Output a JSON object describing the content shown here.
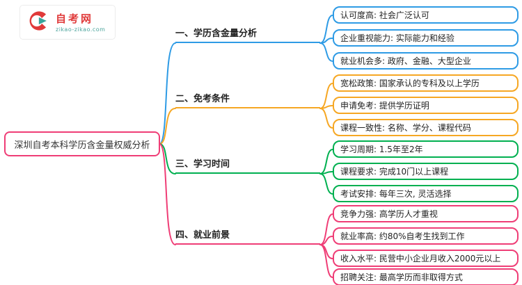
{
  "logo": {
    "name": "自考网",
    "domain_text": "zikao-zikao.com",
    "accent_red": "#e03a3a",
    "accent_teal": "#4aa39b"
  },
  "root": {
    "label": "深圳自考本科学历含金量权威分析",
    "color": "#ef3d76"
  },
  "branches": [
    {
      "label": "一、学历含金量分析",
      "color": "#2e9be5",
      "children": [
        "认可度高: 社会广泛认可",
        "企业重视能力: 实际能力和经验",
        "就业机会多: 政府、金融、大型企业"
      ]
    },
    {
      "label": "二、免考条件",
      "color": "#f6a723",
      "children": [
        "宽松政策: 国家承认的专科及以上学历",
        "申请免考: 提供学历证明",
        "课程一致性: 名称、学分、课程代码"
      ]
    },
    {
      "label": "三、学习时间",
      "color": "#00b050",
      "children": [
        "学习周期: 1.5年至2年",
        "课程要求: 完成10门以上课程",
        "考试安排: 每年三次, 灵活选择"
      ]
    },
    {
      "label": "四、就业前景",
      "color": "#ef3d76",
      "children": [
        "竞争力强: 高学历人才重视",
        "就业率高: 约80%自考生找到工作",
        "收入水平: 民营中小企业月收入2000元以上",
        "招聘关注: 最高学历而非取得方式"
      ]
    }
  ]
}
